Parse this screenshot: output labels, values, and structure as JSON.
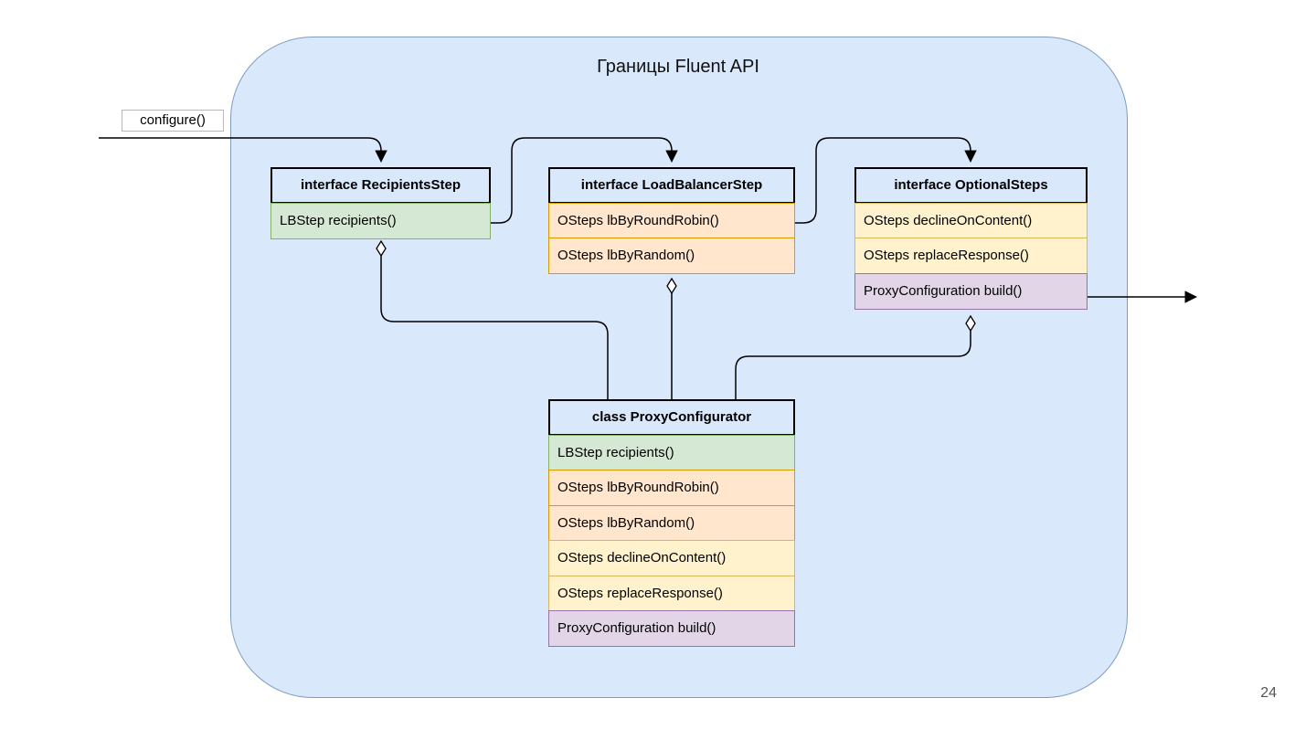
{
  "page": {
    "page_number": "24"
  },
  "external": {
    "configure_label": "configure()"
  },
  "container": {
    "title": "Границы Fluent API"
  },
  "palette": {
    "container_fill": "#dae8fc",
    "container_stroke": "#7e9cc0",
    "header_fill": "#dae8fc",
    "header_stroke": "#000000",
    "green_fill": "#d5e8d4",
    "green_stroke": "#82b366",
    "orange_fill": "#ffe6cc",
    "orange_stroke": "#d79b00",
    "yellow_fill": "#fff2cc",
    "yellow_stroke": "#d6b656",
    "purple_fill": "#e1d5e7",
    "purple_stroke": "#9673a6",
    "line_color": "#000000"
  },
  "diagram": {
    "nodes": [
      {
        "id": "recipients-step",
        "title": "interface RecipientsStep",
        "methods": [
          {
            "label": "LBStep recipients()",
            "color": "green"
          }
        ]
      },
      {
        "id": "load-balancer-step",
        "title": "interface LoadBalancerStep",
        "methods": [
          {
            "label": "OSteps lbByRoundRobin()",
            "color": "orange"
          },
          {
            "label": "OSteps lbByRandom()",
            "color": "orange"
          }
        ]
      },
      {
        "id": "optional-steps",
        "title": "interface OptionalSteps",
        "methods": [
          {
            "label": "OSteps declineOnContent()",
            "color": "yellow"
          },
          {
            "label": "OSteps replaceResponse()",
            "color": "yellow"
          },
          {
            "label": "ProxyConfiguration build()",
            "color": "purple"
          }
        ]
      },
      {
        "id": "proxy-configurator",
        "title": "class ProxyConfigurator",
        "methods": [
          {
            "label": "LBStep recipients()",
            "color": "green"
          },
          {
            "label": "OSteps lbByRoundRobin()",
            "color": "orange"
          },
          {
            "label": "OSteps lbByRandom()",
            "color": "orange"
          },
          {
            "label": "OSteps declineOnContent()",
            "color": "yellow"
          },
          {
            "label": "OSteps replaceResponse()",
            "color": "yellow"
          },
          {
            "label": "ProxyConfiguration build()",
            "color": "purple"
          }
        ]
      }
    ],
    "connections": [
      {
        "from": "configure()",
        "to": "interface RecipientsStep",
        "type": "arrow"
      },
      {
        "from": "LBStep recipients()",
        "to": "interface LoadBalancerStep",
        "type": "arrow"
      },
      {
        "from": "OSteps lbByRoundRobin()",
        "to": "interface OptionalSteps",
        "type": "arrow"
      },
      {
        "from": "ProxyConfiguration build()",
        "to": "outside-boundary",
        "type": "arrow"
      },
      {
        "from": "class ProxyConfigurator",
        "to": "interface RecipientsStep",
        "type": "aggregation"
      },
      {
        "from": "class ProxyConfigurator",
        "to": "interface LoadBalancerStep",
        "type": "aggregation"
      },
      {
        "from": "class ProxyConfigurator",
        "to": "interface OptionalSteps",
        "type": "aggregation"
      }
    ]
  }
}
